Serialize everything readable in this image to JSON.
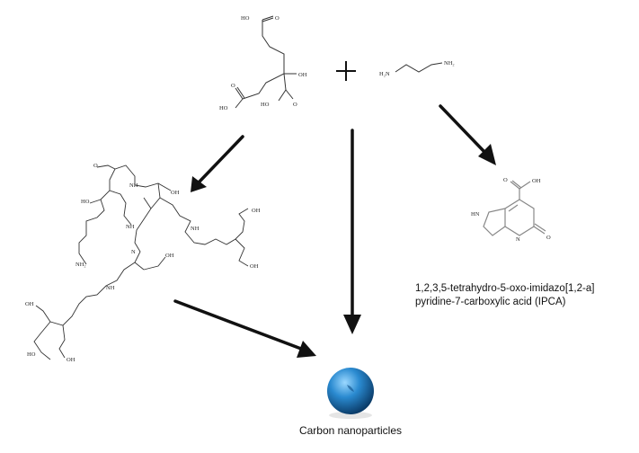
{
  "ipca": {
    "name_line1": "1,2,3,5-tetrahydro-5-oxo-imidazo[1,2-a]",
    "name_line2": "pyridine-7-carboxylic acid (IPCA)"
  },
  "product": {
    "label": "Carbon nanoparticles"
  },
  "atoms": {
    "oh": "OH",
    "ho": "HO",
    "o": "O",
    "h2n": "H₂N",
    "nh2": "NH₂",
    "nh": "NH",
    "n": "N",
    "hn": "HN",
    "ho_alt": "HO"
  },
  "colors": {
    "sphere_light": "#7cc8f5",
    "sphere_mid": "#1f7fc4",
    "sphere_dark": "#0b3f6e",
    "bond": "#333333",
    "arrow": "#111111"
  }
}
